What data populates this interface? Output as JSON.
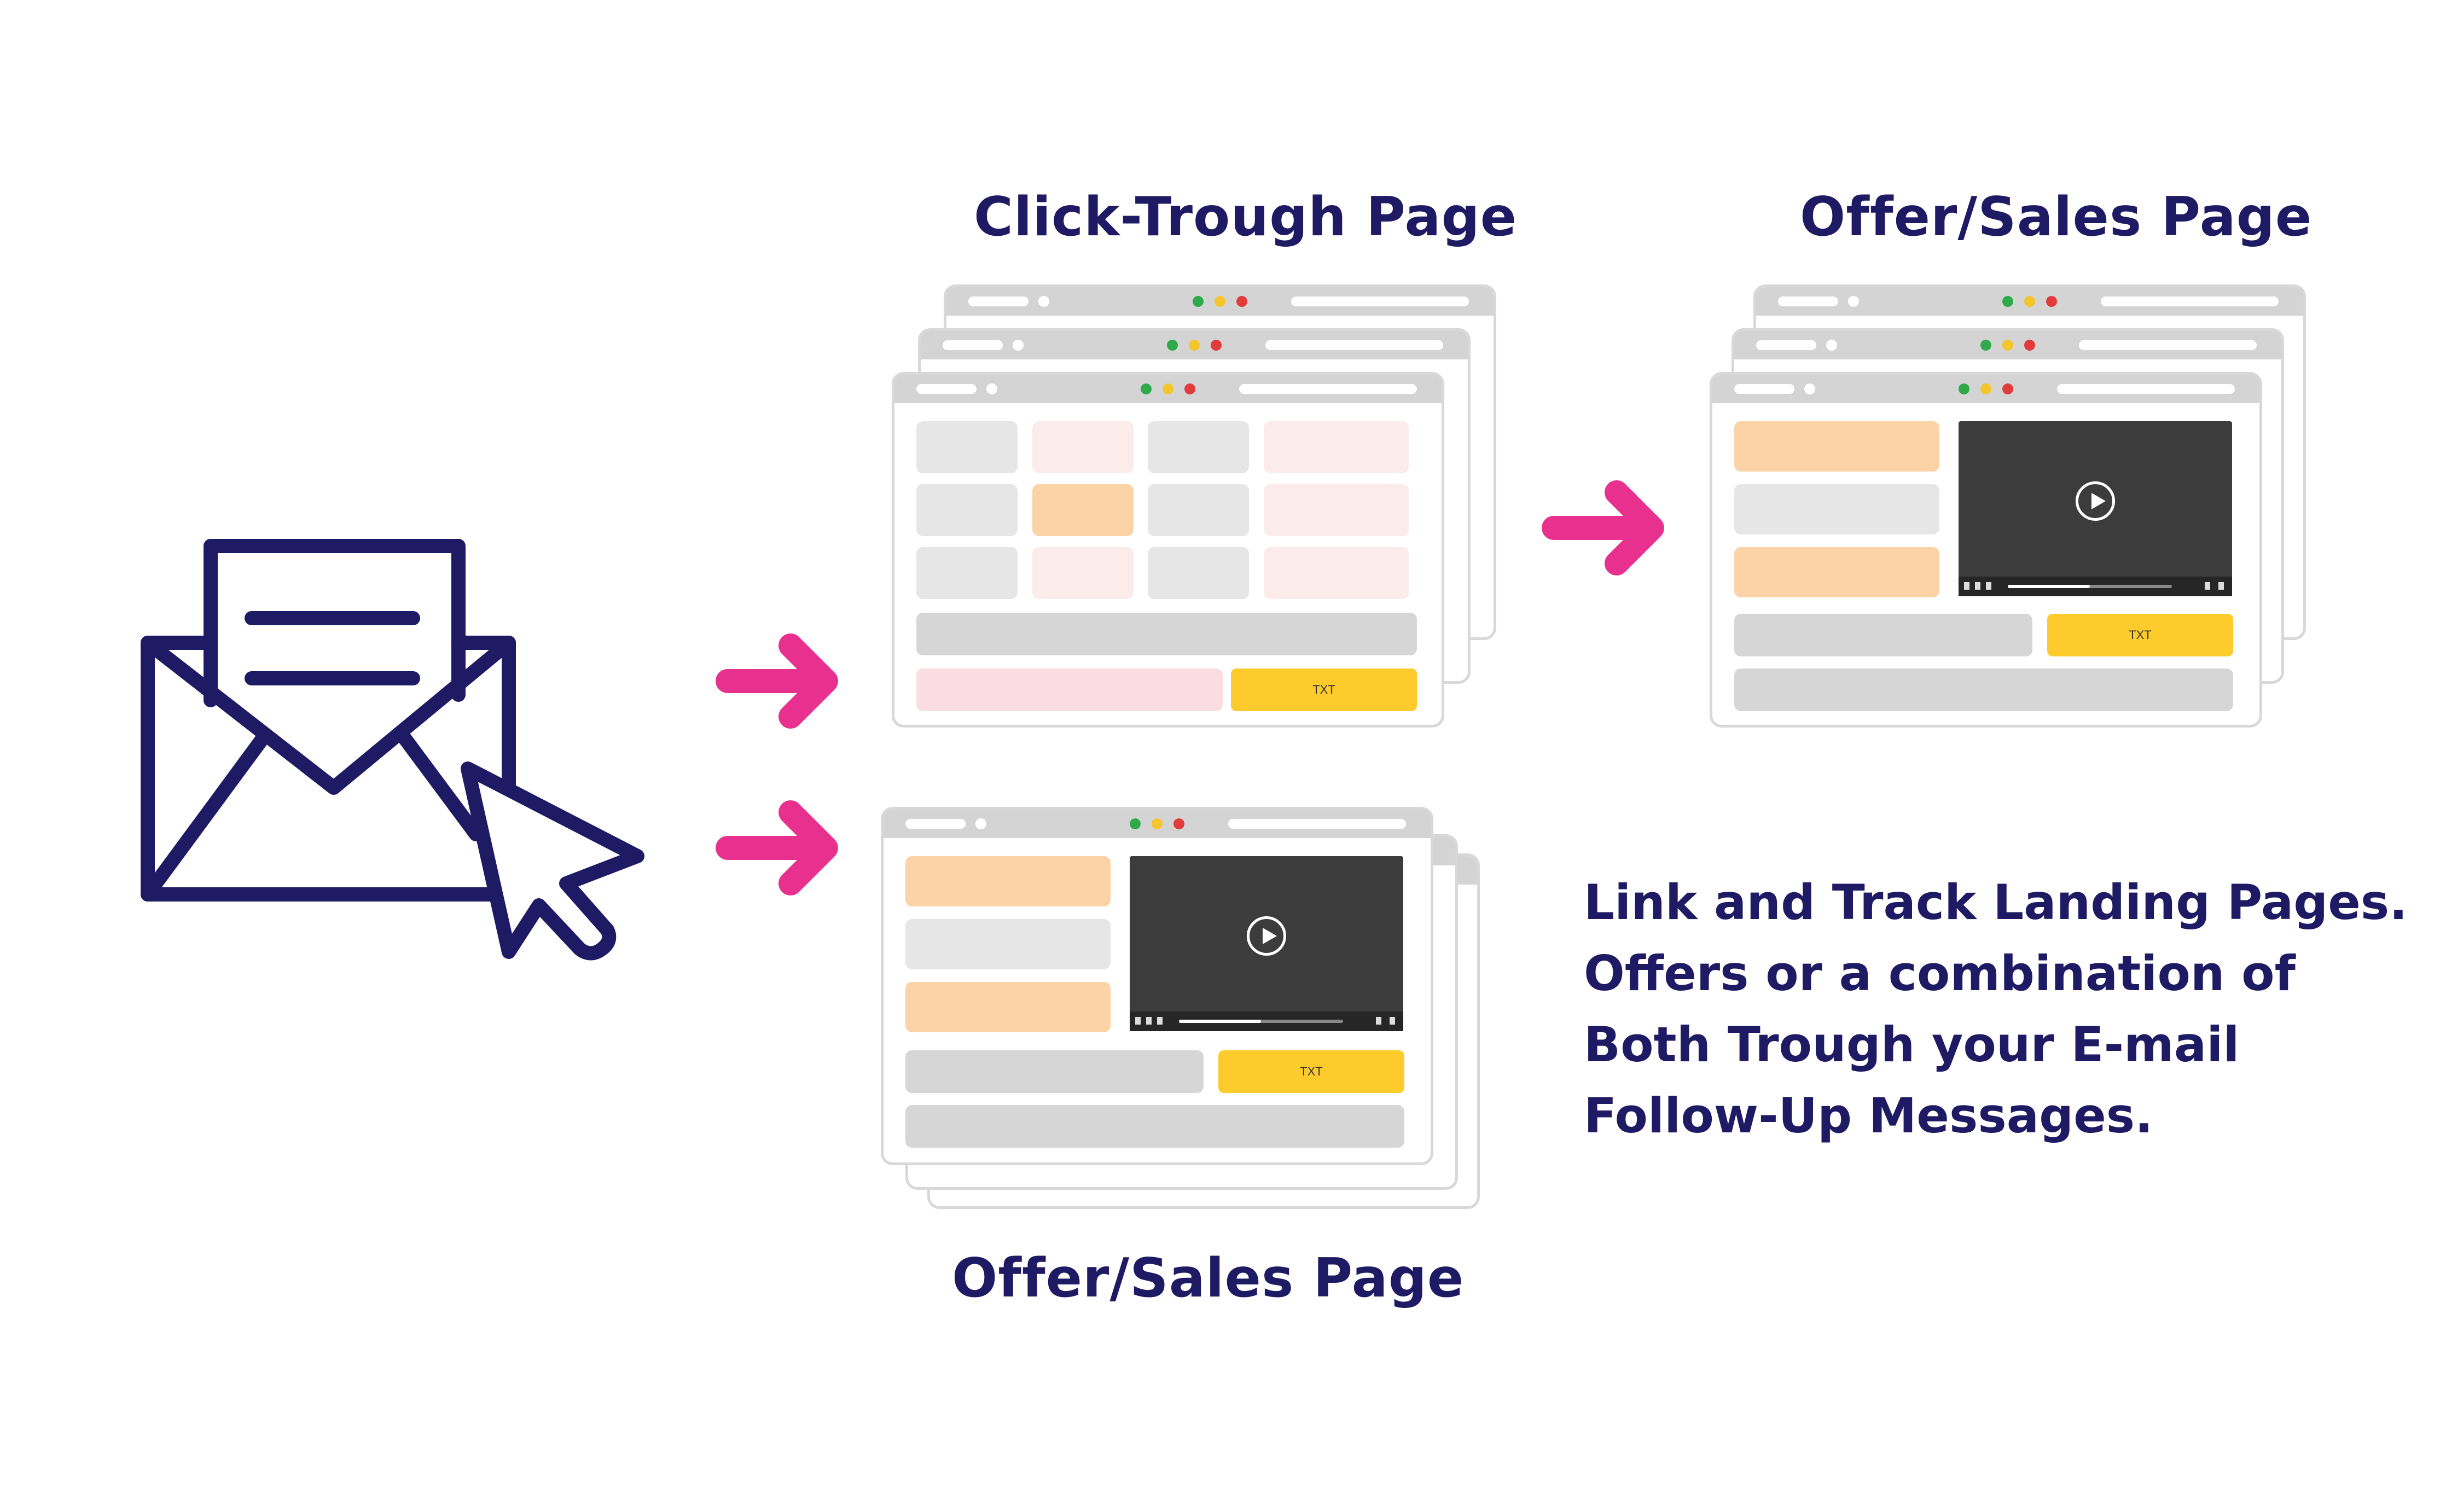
{
  "headings": {
    "click_through": "Click-Trough Page",
    "offer_sales_top": "Offer/Sales Page",
    "offer_sales_bottom": "Offer/Sales Page"
  },
  "description": [
    "Link and Track Landing Pages.",
    "Offers or a combination of",
    "Both Trough your E-mail",
    "Follow-Up Messages."
  ],
  "cta_label": "TXT",
  "colors": {
    "navy": "#1e1a63",
    "magenta_arrow": "#e8318f",
    "cta_yellow": "#fdcc2c",
    "orange_block": "#fbd3a6",
    "pink_block": "#fcebeb"
  },
  "icons": [
    "envelope-icon",
    "letter-icon",
    "cursor-icon",
    "arrow-right-icon",
    "play-icon"
  ]
}
